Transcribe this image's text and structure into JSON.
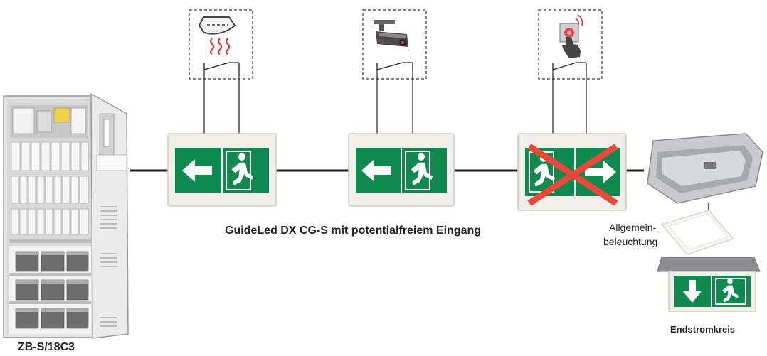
{
  "labels": {
    "cabinet_label": "ZB-S/18C3",
    "sign_row_label": "GuideLed DX CG-S mit potentialfreiem  Eingang",
    "general_lighting_line1": "Allgemein-",
    "general_lighting_line2": "beleuchtung",
    "final_circuit_label": "Endstromkreis"
  },
  "sensors": [
    {
      "name": "heat-detector",
      "icon": "heat-detector-icon"
    },
    {
      "name": "surveillance-camera",
      "icon": "camera-icon"
    },
    {
      "name": "push-button",
      "icon": "push-button-icon"
    }
  ],
  "signs": [
    {
      "name": "exit-sign-1",
      "arrow": "left",
      "state": "active"
    },
    {
      "name": "exit-sign-2",
      "arrow": "left",
      "state": "active"
    },
    {
      "name": "exit-sign-3",
      "arrow": "right",
      "state": "crossed-out"
    },
    {
      "name": "exit-sign-4",
      "arrow": "down",
      "state": "active"
    }
  ],
  "colors": {
    "sign_green": "#0e8a4e",
    "cross_red": "#e8493a",
    "wire": "#222222",
    "heat_red": "#d8342a"
  }
}
